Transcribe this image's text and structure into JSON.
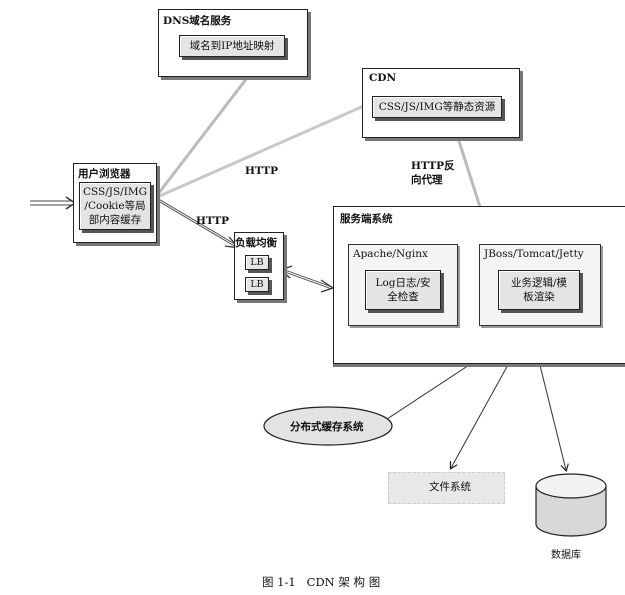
{
  "dns": {
    "title": "DNS域名服务",
    "item": "域名到IP地址映射"
  },
  "cdn": {
    "title": "CDN",
    "item": "CSS/JS/IMG等静态资源"
  },
  "browser": {
    "title": "用户浏览器",
    "item": "CSS/JS/IMG\n/Cookie等局\n部内容缓存"
  },
  "edges": {
    "http_cdn": "HTTP",
    "http_lb": "HTTP",
    "http_reverse": "HTTP反\n向代理"
  },
  "lb": {
    "title": "负载均衡",
    "items": [
      "LB",
      "LB"
    ]
  },
  "server": {
    "title": "服务端系统",
    "apache": {
      "title": "Apache/Nginx",
      "item": "Log日志/安\n全检查"
    },
    "jboss": {
      "title": "JBoss/Tomcat/Jetty",
      "item": "业务逻辑/模\n板渲染"
    }
  },
  "cache": {
    "label": "分布式缓存系统"
  },
  "fs": {
    "label": "文件系统"
  },
  "db": {
    "label": "数据库"
  },
  "caption": "图 1-1   CDN 架 构 图"
}
